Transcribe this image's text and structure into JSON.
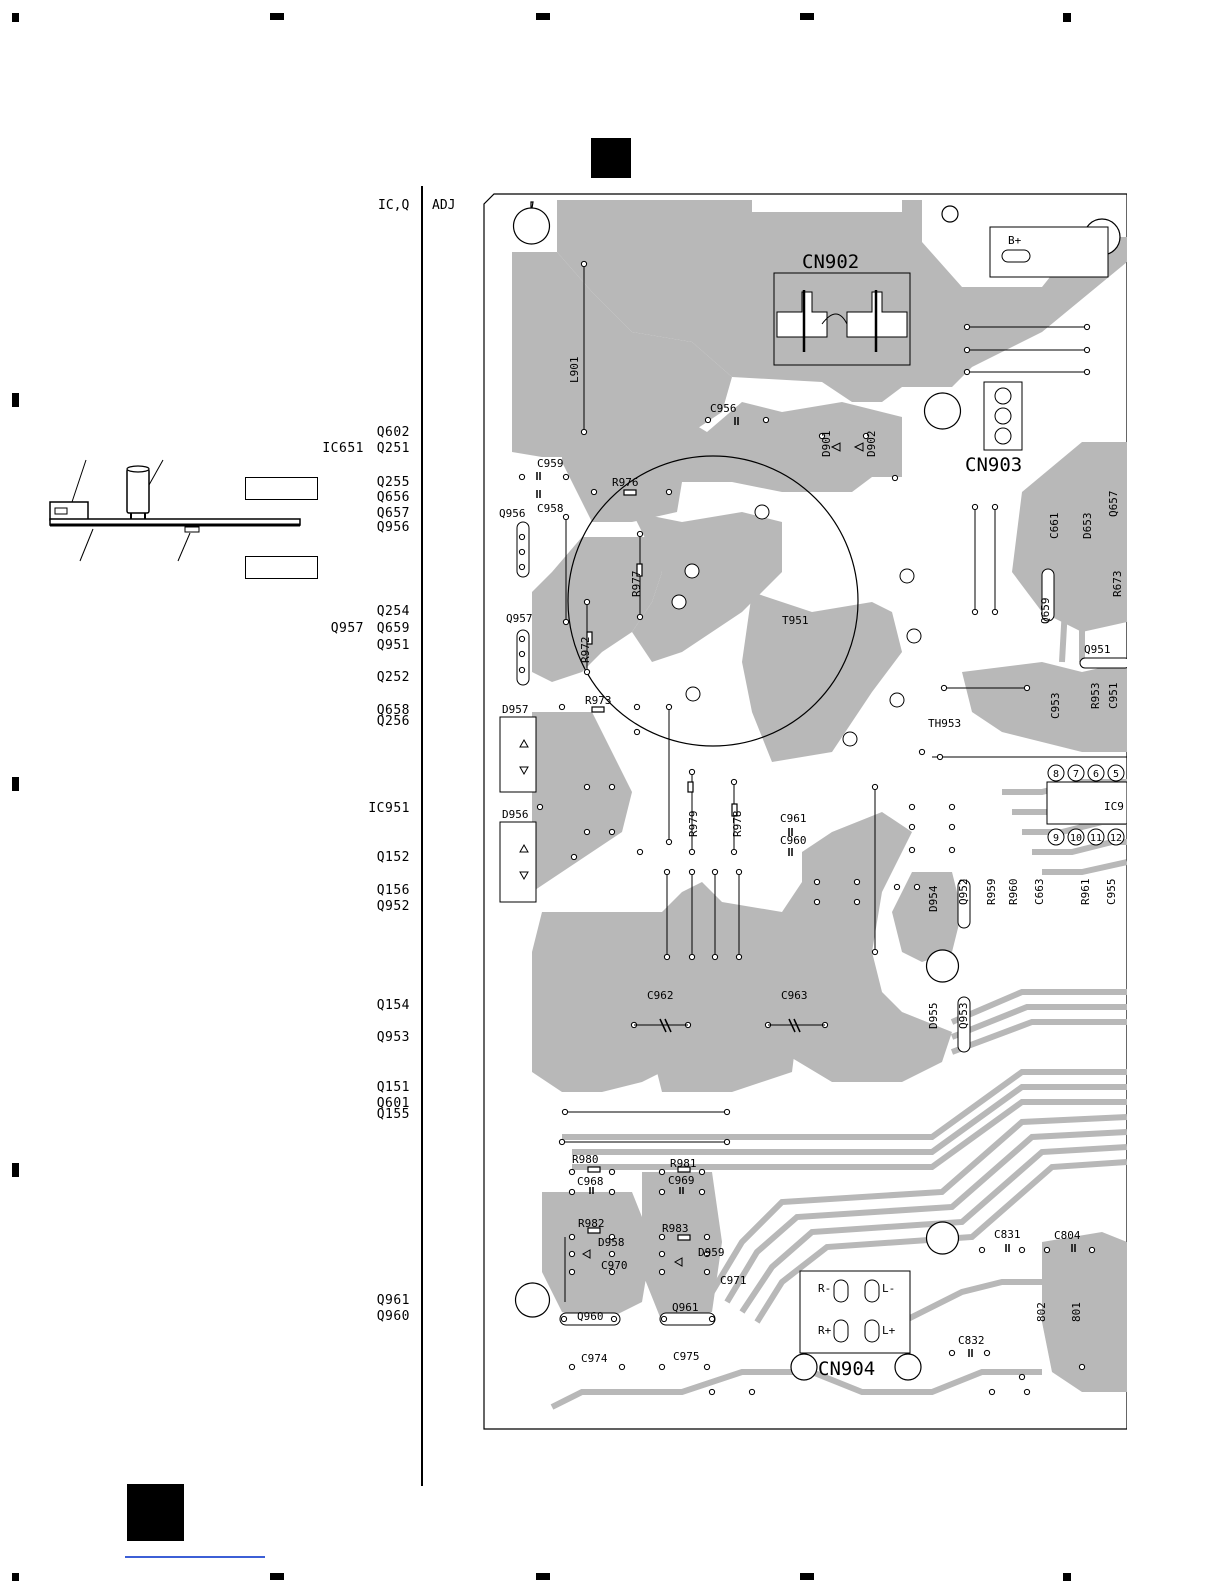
{
  "header": {
    "col_icq": "IC,Q",
    "col_adj": "ADJ"
  },
  "reference_list": [
    {
      "a": "",
      "b": "Q602"
    },
    {
      "a": "IC651",
      "b": "Q251"
    },
    {
      "a": "",
      "b": "Q255"
    },
    {
      "a": "",
      "b": "Q656"
    },
    {
      "a": "",
      "b": "Q657"
    },
    {
      "a": "",
      "b": "Q956"
    },
    {
      "a": "",
      "b": "Q254"
    },
    {
      "a": "Q957",
      "b": "Q659"
    },
    {
      "a": "",
      "b": "Q951"
    },
    {
      "a": "",
      "b": "Q252"
    },
    {
      "a": "",
      "b": "Q658"
    },
    {
      "a": "",
      "b": "Q256"
    },
    {
      "a": "",
      "b": "IC951"
    },
    {
      "a": "",
      "b": "Q152"
    },
    {
      "a": "",
      "b": "Q156"
    },
    {
      "a": "",
      "b": "Q952"
    },
    {
      "a": "",
      "b": "Q154"
    },
    {
      "a": "",
      "b": "Q953"
    },
    {
      "a": "",
      "b": "Q151"
    },
    {
      "a": "",
      "b": "Q601"
    },
    {
      "a": "",
      "b": "Q155"
    },
    {
      "a": "",
      "b": "Q961"
    },
    {
      "a": "",
      "b": "Q960"
    }
  ],
  "board": {
    "connectors": [
      "CN902",
      "CN903",
      "CN904"
    ],
    "bplus": "B+",
    "transformer": "T951",
    "thermistor": "TH953",
    "ic": "IC9",
    "cn904_pins": [
      "R-",
      "L-",
      "R+",
      "L+"
    ],
    "labels": [
      "L901",
      "C956",
      "D901",
      "D902",
      "C959",
      "R976",
      "C958",
      "Q956",
      "R977",
      "Q957",
      "R972",
      "R973",
      "D957",
      "D956",
      "R979",
      "R978",
      "C961",
      "C960",
      "C962",
      "C963",
      "R980",
      "R981",
      "C968",
      "C969",
      "R982",
      "R983",
      "D958",
      "D959",
      "C970",
      "C971",
      "Q960",
      "Q961",
      "C974",
      "C975",
      "C831",
      "C804",
      "C832",
      "802",
      "801",
      "D954",
      "Q952",
      "R959",
      "R960",
      "C663",
      "R961",
      "C955",
      "D955",
      "Q953",
      "C953",
      "R953",
      "C951",
      "Q951",
      "Q659",
      "C661",
      "D653",
      "Q657",
      "R673"
    ],
    "ic_pins_top": [
      "8",
      "7",
      "6",
      "5"
    ],
    "ic_pins_bottom": [
      "9",
      "10",
      "11",
      "12"
    ]
  }
}
